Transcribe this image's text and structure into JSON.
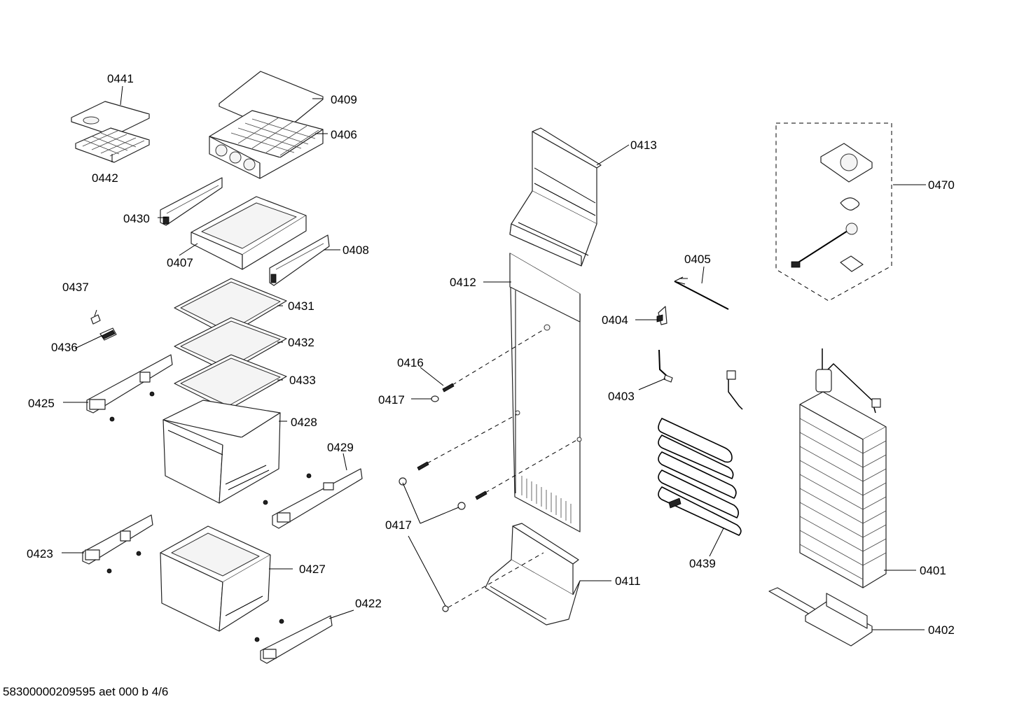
{
  "footer": "58300000209595 aet 000 b 4/6",
  "labels": {
    "l0441": "0441",
    "l0442": "0442",
    "l0409": "0409",
    "l0406": "0406",
    "l0430": "0430",
    "l0407": "0407",
    "l0408": "0408",
    "l0437": "0437",
    "l0436": "0436",
    "l0431": "0431",
    "l0432": "0432",
    "l0433": "0433",
    "l0425": "0425",
    "l0428": "0428",
    "l0429": "0429",
    "l0423": "0423",
    "l0427": "0427",
    "l0422": "0422",
    "l0413": "0413",
    "l0412": "0412",
    "l0416": "0416",
    "l0417a": "0417",
    "l0417b": "0417",
    "l0411": "0411",
    "l0405": "0405",
    "l0404": "0404",
    "l0403": "0403",
    "l0439": "0439",
    "l0470": "0470",
    "l0401": "0401",
    "l0402": "0402"
  }
}
